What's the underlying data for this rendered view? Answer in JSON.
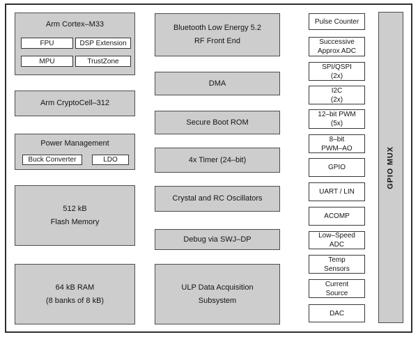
{
  "colors": {
    "block_fill": "#cdcdcd",
    "block_border": "#4c4c4c",
    "white_box_fill": "#ffffff",
    "white_box_border": "#363636",
    "outer_border": "#2e2e2e",
    "text": "#141414"
  },
  "blocks": {
    "cortex": {
      "title": "Arm Cortex–M33",
      "children": [
        "FPU",
        "DSP Extension",
        "MPU",
        "TrustZone"
      ]
    },
    "cryptocell": {
      "label": "Arm CryptoCell–312"
    },
    "power": {
      "title": "Power Management",
      "children": [
        "Buck Converter",
        "LDO"
      ]
    },
    "flash": {
      "label": "512 kB\nFlash Memory"
    },
    "ram": {
      "label": "64 kB RAM\n(8 banks of 8 kB)"
    },
    "ble": {
      "label": "Bluetooth Low Energy 5.2\nRF Front End"
    },
    "dma": {
      "label": "DMA"
    },
    "secure_boot": {
      "label": "Secure Boot ROM"
    },
    "timer": {
      "label": "4x Timer (24–bit)"
    },
    "oscillators": {
      "label": "Crystal and RC Oscillators"
    },
    "debug": {
      "label": "Debug via SWJ–DP"
    },
    "ulp": {
      "label": "ULP Data Acquisition\nSubsystem"
    },
    "gpio_mux": {
      "label": "GPIO MUX"
    }
  },
  "peripherals": [
    "Pulse Counter",
    "Successive\nApprox ADC",
    "SPI/QSPI\n(2x)",
    "I2C\n(2x)",
    "12–bit PWM\n(5x)",
    "8–bit\nPWM–AO",
    "GPIO",
    "UART / LIN",
    "ACOMP",
    "Low–Speed\nADC",
    "Temp\nSensors",
    "Current\nSource",
    "DAC"
  ]
}
